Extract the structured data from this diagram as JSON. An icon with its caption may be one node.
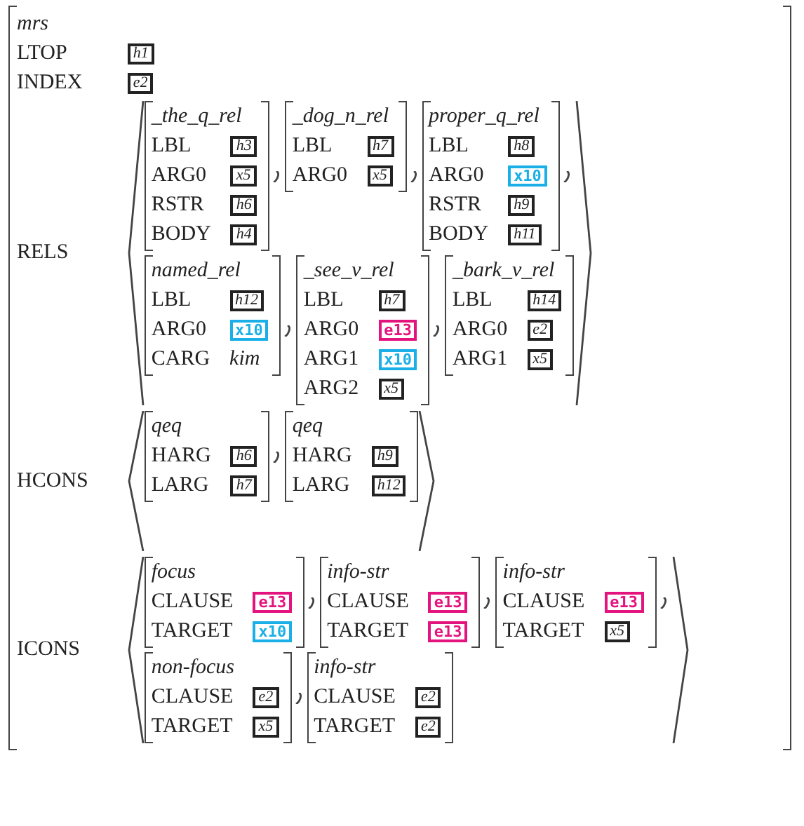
{
  "diagram": {
    "nodes": [
      {
        "text": [
          "mrs",
          "LTOP",
          "INDEX",
          "RELS",
          "HCONS",
          "ICONS"
        ]
      },
      {
        "text": [
          "h1"
        ],
        "in": 0
      },
      {
        "text": [
          "e2"
        ],
        "in": 0
      },
      {
        "text": [
          "_the_q_rel",
          "LBL",
          "ARG0",
          "RSTR",
          "BODY"
        ],
        "in": 0
      },
      {
        "text": [
          "h3"
        ],
        "in": 3
      },
      {
        "text": [
          "x5"
        ],
        "in": 3
      },
      {
        "text": [
          "h6"
        ],
        "in": 3
      },
      {
        "text": [
          "h4"
        ],
        "in": 3
      },
      {
        "text": [
          "_dog_n_rel",
          "LBL",
          "ARG0"
        ],
        "in": 0
      },
      {
        "text": [
          "h7"
        ],
        "in": 8
      },
      {
        "text": [
          "x5"
        ],
        "in": 8
      },
      {
        "text": [
          "proper_q_rel",
          "LBL",
          "ARG0",
          "RSTR",
          "BODY"
        ],
        "in": 0
      },
      {
        "text": [
          "h8"
        ],
        "in": 11
      },
      {
        "text": [
          "x10"
        ],
        "in": 11
      },
      {
        "text": [
          "h9"
        ],
        "in": 11
      },
      {
        "text": [
          "h11"
        ],
        "in": 11
      },
      {
        "text": [
          "named_rel",
          "LBL",
          "ARG0",
          "CARG",
          "kim"
        ],
        "in": 0
      },
      {
        "text": [
          "h12"
        ],
        "in": 16
      },
      {
        "text": [
          "x10"
        ],
        "in": 16
      },
      {
        "text": [
          "_see_v_rel",
          "LBL",
          "ARG0",
          "ARG1",
          "ARG2"
        ],
        "in": 0
      },
      {
        "text": [
          "h7"
        ],
        "in": 19
      },
      {
        "text": [
          "e13"
        ],
        "in": 19
      },
      {
        "text": [
          "x10"
        ],
        "in": 19
      },
      {
        "text": [
          "x5"
        ],
        "in": 19
      },
      {
        "text": [
          "_bark_v_rel",
          "LBL",
          "ARG0",
          "ARG1"
        ],
        "in": 0
      },
      {
        "text": [
          "h14"
        ],
        "in": 24
      },
      {
        "text": [
          "e2"
        ],
        "in": 24
      },
      {
        "text": [
          "x5"
        ],
        "in": 24
      },
      {
        "text": [
          "qeq",
          "HARG",
          "LARG"
        ],
        "in": 0
      },
      {
        "text": [
          "h6"
        ],
        "in": 28
      },
      {
        "text": [
          "h7"
        ],
        "in": 28
      },
      {
        "text": [
          "qeq",
          "HARG",
          "LARG"
        ],
        "in": 0
      },
      {
        "text": [
          "h9"
        ],
        "in": 31
      },
      {
        "text": [
          "h12"
        ],
        "in": 31
      },
      {
        "text": [
          "focus",
          "CLAUSE",
          "TARGET"
        ],
        "in": 0
      },
      {
        "text": [
          "e13"
        ],
        "in": 34
      },
      {
        "text": [
          "x10"
        ],
        "in": 34
      },
      {
        "text": [
          "info-str",
          "CLAUSE",
          "TARGET"
        ],
        "in": 0
      },
      {
        "text": [
          "e13"
        ],
        "in": 37
      },
      {
        "text": [
          "e13"
        ],
        "in": 37
      },
      {
        "text": [
          "info-str",
          "CLAUSE",
          "TARGET"
        ],
        "in": 0
      },
      {
        "text": [
          "e13"
        ],
        "in": 40
      },
      {
        "text": [
          "x5"
        ],
        "in": 40
      },
      {
        "text": [
          "non-focus",
          "CLAUSE",
          "TARGET"
        ],
        "in": 0
      },
      {
        "text": [
          "e2"
        ],
        "in": 43
      },
      {
        "text": [
          "x5"
        ],
        "in": 43
      },
      {
        "text": [
          "info-str",
          "CLAUSE",
          "TARGET"
        ],
        "in": 0
      },
      {
        "text": [
          "e2"
        ],
        "in": 46
      },
      {
        "text": [
          "e2"
        ],
        "in": 46
      }
    ]
  }
}
